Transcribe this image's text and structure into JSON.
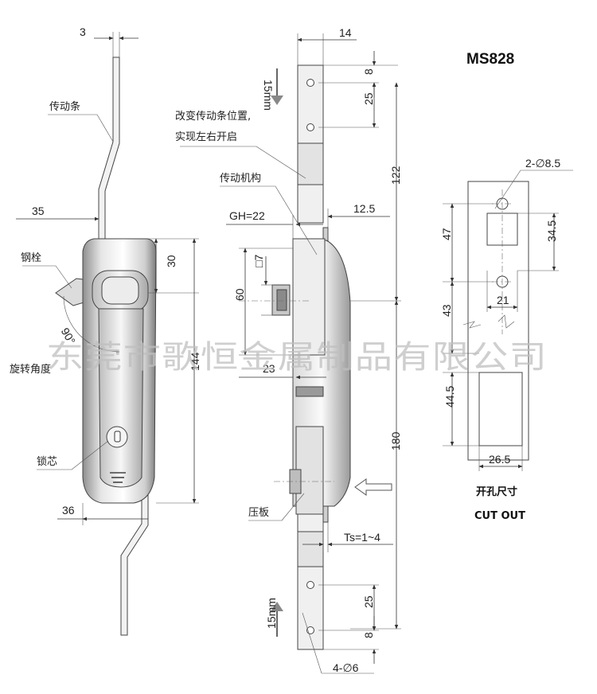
{
  "title": "MS828",
  "watermark": "东莞市歌恒金属制品有限公司",
  "labels": {
    "drive_bar": "传动条",
    "steel_bolt": "钢栓",
    "rotation_angle": "旋转角度",
    "lock_core": "锁芯",
    "change_line1": "改变传动条位置,",
    "change_line2": "实现左右开启",
    "mechanism": "传动机构",
    "pressure_plate": "压板",
    "cutout_cn": "开孔尺寸",
    "cutout_en": "CUT OUT"
  },
  "dims_front": {
    "d3": "3",
    "d35": "35",
    "d30": "30",
    "d144": "144",
    "d36": "36",
    "angle": "90°"
  },
  "dims_side": {
    "d14": "14",
    "d8_top": "8",
    "d25_top": "25",
    "d122": "122",
    "gh": "GH=22",
    "d12_5": "12.5",
    "sq7": "□7",
    "d60": "60",
    "d23": "23",
    "d180": "180",
    "ts": "Ts=1~4",
    "d25_bot": "25",
    "d8_bot": "8",
    "holes": "4-∅6",
    "arrow_top": "15mm",
    "arrow_bot": "15mm"
  },
  "dims_cutout": {
    "holes": "2-∅8.5",
    "d47": "47",
    "d34_5": "34.5",
    "d21": "21",
    "d43": "43",
    "d44_5": "44.5",
    "d26_5": "26.5"
  }
}
